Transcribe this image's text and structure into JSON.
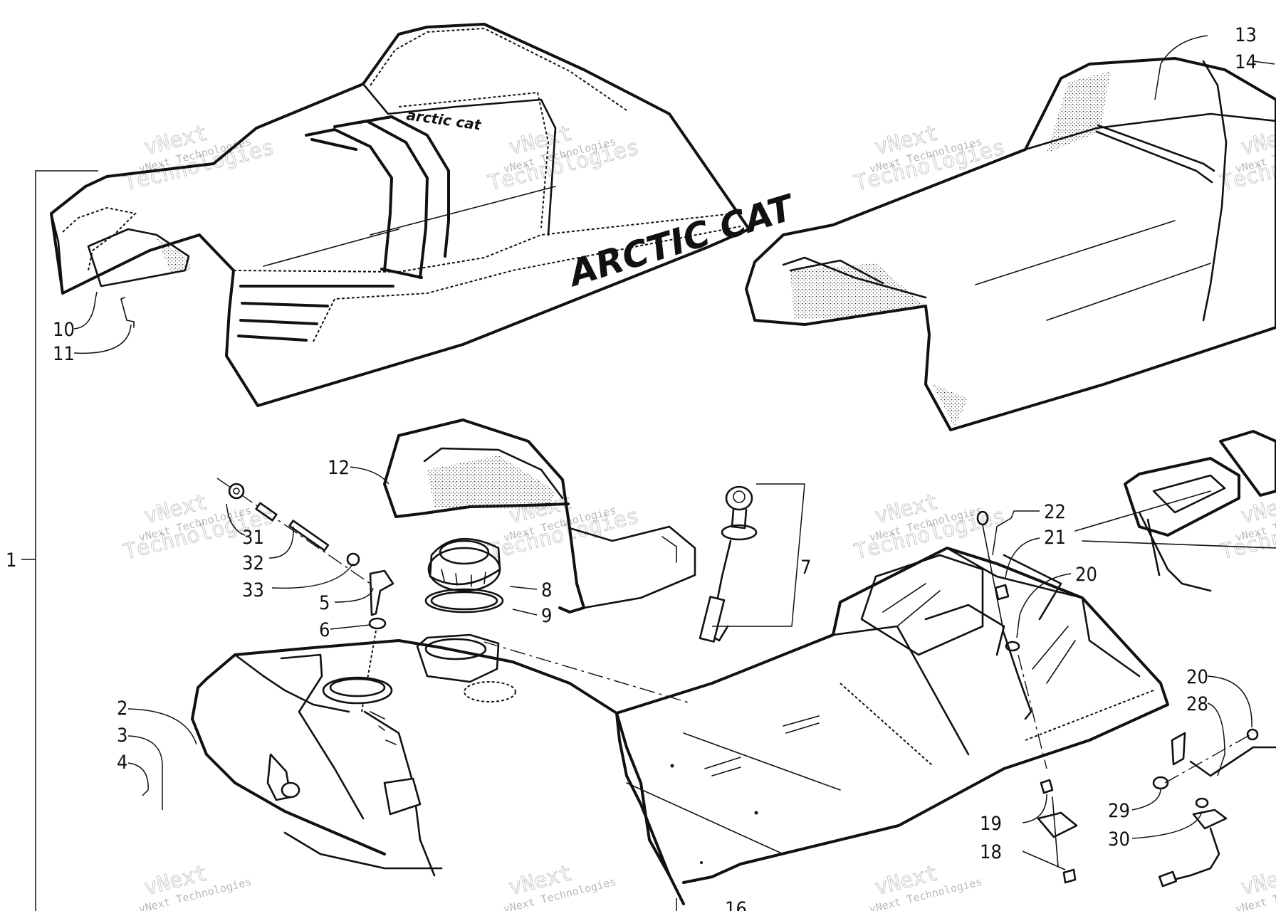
{
  "brand_text": "ARCTIC CAT",
  "seat_logo_text": "arctic cat",
  "watermark": {
    "line1": "vNext Technologies",
    "big1": "vNext",
    "big2": "Technologies"
  },
  "callouts": {
    "c1": "1",
    "c2": "2",
    "c3": "3",
    "c4": "4",
    "c5": "5",
    "c6": "6",
    "c7": "7",
    "c8": "8",
    "c9": "9",
    "c10": "10",
    "c11": "11",
    "c12": "12",
    "c13": "13",
    "c14": "14",
    "c16": "16",
    "c18": "18",
    "c19": "19",
    "c20a": "20",
    "c20b": "20",
    "c21": "21",
    "c22": "22",
    "c28": "28",
    "c29": "29",
    "c30": "30",
    "c31": "31",
    "c32": "32",
    "c33": "33"
  }
}
